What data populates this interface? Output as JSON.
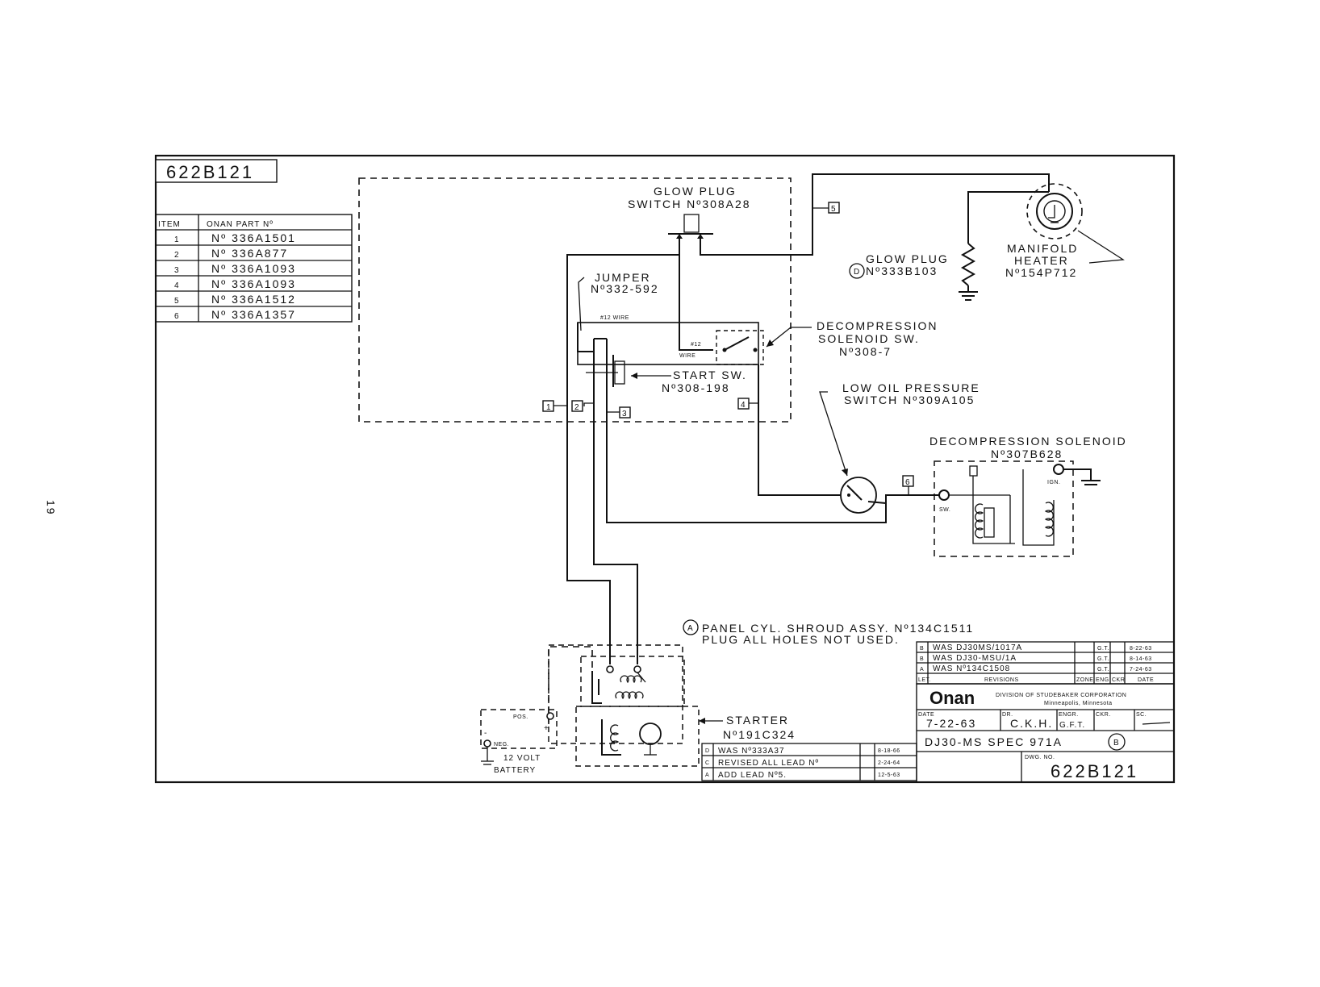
{
  "page_side_number": "19",
  "drawing_number": "622B121",
  "parts_table": {
    "headers": [
      "ITEM",
      "ONAN PART Nº"
    ],
    "rows": [
      [
        "1",
        "Nº 336A1501"
      ],
      [
        "2",
        "Nº 336A877"
      ],
      [
        "3",
        "Nº 336A1093"
      ],
      [
        "4",
        "Nº 336A1093"
      ],
      [
        "5",
        "Nº 336A1512"
      ],
      [
        "6",
        "Nº 336A1357"
      ]
    ]
  },
  "labels": {
    "glow_plug_switch_1": "GLOW PLUG",
    "glow_plug_switch_2": "SWITCH Nº308A28",
    "jumper_1": "JUMPER",
    "jumper_2": "Nº332-592",
    "wire_12_top": "#12 WIRE",
    "wire_12_side_a": "#12",
    "wire_12_side_b": "WIRE",
    "decomp_sw_1": "DECOMPRESSION",
    "decomp_sw_2": "SOLENOID SW.",
    "decomp_sw_3": "Nº308-7",
    "start_sw_1": "START SW.",
    "start_sw_2": "Nº308-198",
    "glow_plug_1": "GLOW PLUG",
    "glow_plug_2": "Nº333B103",
    "glow_plug_callout": "D",
    "manifold_1": "MANIFOLD",
    "manifold_2": "HEATER",
    "manifold_3": "Nº154P712",
    "low_oil_1": "LOW OIL PRESSURE",
    "low_oil_2": "SWITCH Nº309A105",
    "decomp_sol_1": "DECOMPRESSION SOLENOID",
    "decomp_sol_2": "Nº307B628",
    "ign": "IGN.",
    "sw": "SW.",
    "panel_callout": "A",
    "panel_note_1": "PANEL CYL. SHROUD ASSY. Nº134C1511",
    "panel_note_2": "PLUG ALL HOLES NOT USED.",
    "starter_1": "STARTER",
    "starter_2": "Nº191C324",
    "pos": "POS.",
    "neg": "NEG.",
    "plus": "+",
    "minus": "-",
    "battery_1": "12 VOLT",
    "battery_2": "BATTERY"
  },
  "terminals": [
    "1",
    "2",
    "3",
    "4",
    "5",
    "6"
  ],
  "revisions_upper": [
    [
      "B",
      "WAS DJ30MS/1017A",
      "G.T.",
      "8-22-63"
    ],
    [
      "B",
      "WAS DJ30-MSU/1A",
      "G.T.",
      "8-14-63"
    ],
    [
      "A",
      "WAS Nº134C1508",
      "G.T.",
      "7-24-63"
    ]
  ],
  "revisions_upper_headers": [
    "LET.",
    "REVISIONS",
    "ZONE",
    "ENG",
    "CKR",
    "DATE"
  ],
  "revisions_lower": [
    [
      "D",
      "WAS Nº333A37",
      "8-18-66"
    ],
    [
      "C",
      "REVISED ALL LEAD Nº",
      "2-24-64"
    ],
    [
      "A",
      "ADD LEAD Nº5.",
      "12-5-63"
    ]
  ],
  "title_block": {
    "logo": "Onan",
    "division_text": "DIVISION OF STUDEBAKER CORPORATION",
    "division_sub": "Minneapolis, Minnesota",
    "date_label": "DATE",
    "date": "7-22-63",
    "dr_label": "DR.",
    "dr": "C.K.H.",
    "engr_label": "ENGR.",
    "engr": "G.F.T.",
    "ckr_label": "CKR.",
    "sc_label": "SC.",
    "model": "DJ30-MS SPEC 971A",
    "model_rev": "B",
    "dwg_label": "DWG. NO.",
    "dwg_no": "622B121"
  }
}
